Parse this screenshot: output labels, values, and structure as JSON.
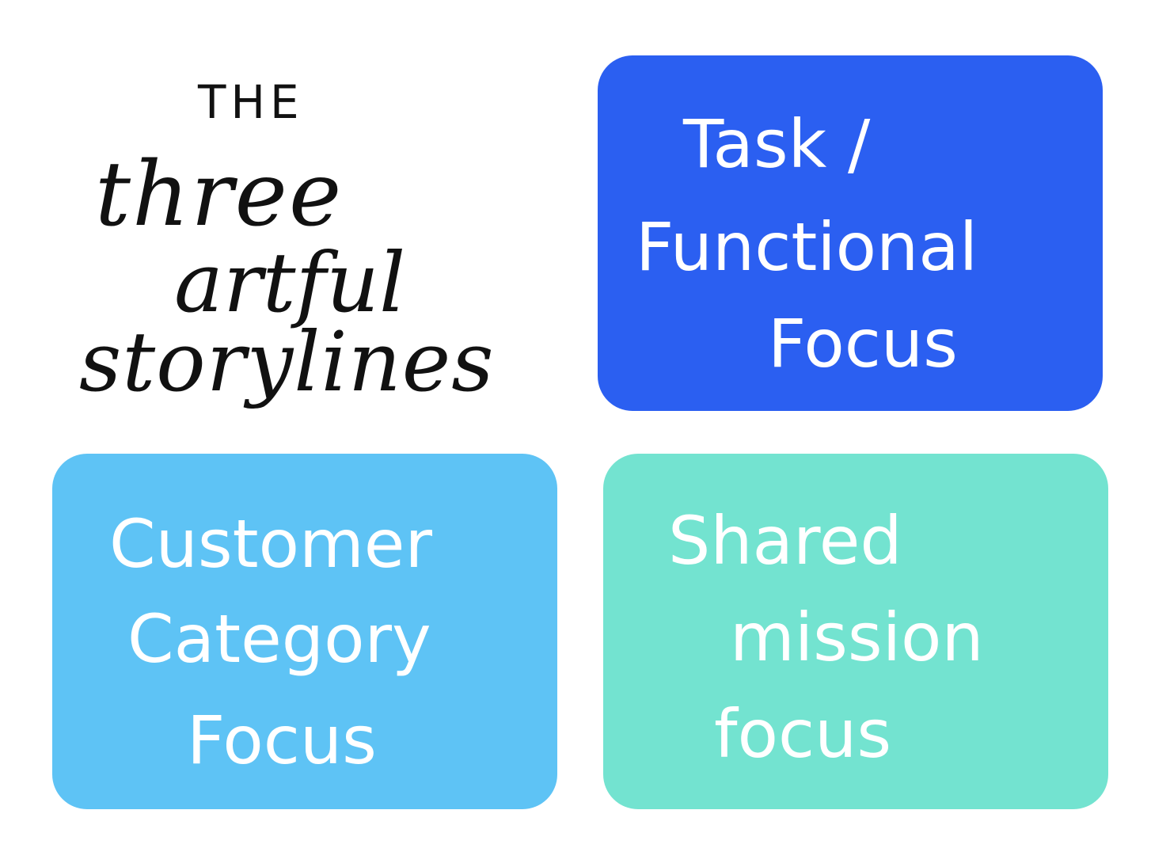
{
  "title": {
    "the": "THE",
    "three": "three",
    "artful": "artful",
    "storylines": "storylines"
  },
  "cards": [
    {
      "id": "task",
      "lines": [
        "Task /",
        "Functional",
        "Focus"
      ],
      "color": "#2B5FF1"
    },
    {
      "id": "customer",
      "lines": [
        "Customer",
        "Category",
        "Focus"
      ],
      "color": "#5EC3F5"
    },
    {
      "id": "shared",
      "lines": [
        "Shared",
        "mission",
        "focus"
      ],
      "color": "#73E3D0"
    }
  ],
  "colors": {
    "background": "#FFFFFF",
    "ink": "#111111",
    "card_text": "#FFFFFF"
  }
}
